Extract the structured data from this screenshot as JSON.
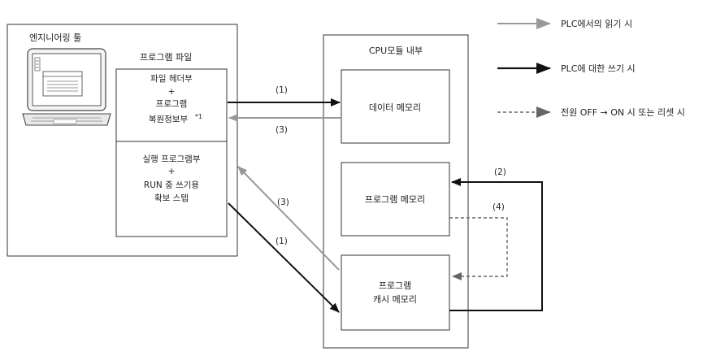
{
  "legend": {
    "read": "PLC에서의 읽기 시",
    "write": "PLC에 대한 쓰기 시",
    "reset": "전원 OFF → ON 시 또는 리셋 시"
  },
  "engineering_tool": {
    "title": "엔지니어링 툴",
    "program_file_title": "프로그램 파일",
    "upper_lines": [
      "파일 헤더부",
      "+",
      "프로그램",
      "복원정보부"
    ],
    "footnote": "*1",
    "lower_lines": [
      "실행 프로그램부",
      "+",
      "RUN 중 쓰기용",
      "확보 스텝"
    ]
  },
  "cpu": {
    "title": "CPU모듈 내부",
    "data_memory": "데이터 메모리",
    "program_memory": "프로그램 메모리",
    "program_cache_memory": [
      "프로그램",
      "캐시 메모리"
    ]
  },
  "flow_labels": {
    "write_to_data": "(1)",
    "read_from_data": "(3)",
    "read_from_cache": "(3)",
    "write_to_cache": "(1)",
    "cache_to_program": "(2)",
    "program_to_cache": "(4)"
  },
  "colors": {
    "read": "#999999",
    "write": "#111111",
    "reset": "#666666"
  }
}
